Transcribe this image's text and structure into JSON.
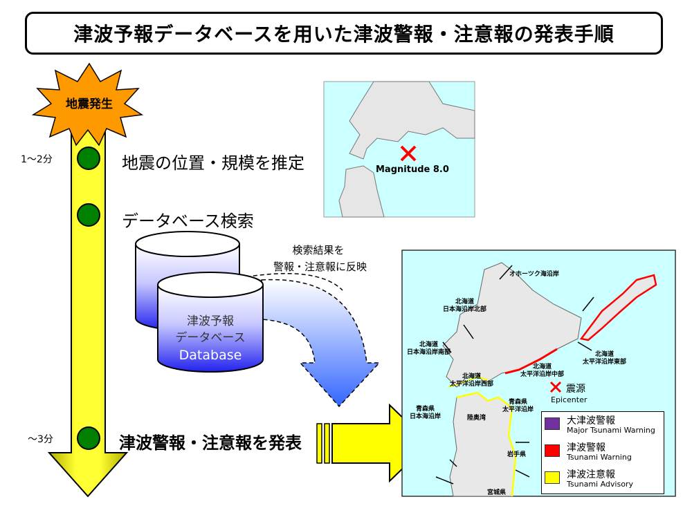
{
  "title": "津波予報データベースを用いた津波警報・注意報の発表手順",
  "timeline": {
    "start_label": "地震発生",
    "time_1": "1～2分",
    "time_2": "～3分",
    "steps": [
      {
        "label": "地震の位置・規模を推定"
      },
      {
        "label": "データベース検索"
      },
      {
        "label": "津波警報・注意報を発表"
      }
    ]
  },
  "database": {
    "label_line1": "津波予報",
    "label_line2": "データベース",
    "label_en": "Database"
  },
  "search_note": {
    "line1": "検索結果を",
    "line2": "警報・注意報に反映"
  },
  "top_map": {
    "magnitude": "Magnitude 8.0"
  },
  "main_map": {
    "regions": {
      "okhotsk": "オホーツク海沿岸",
      "hokkaido_japansea_north": [
        "北海道",
        "日本海沿岸北部"
      ],
      "hokkaido_japansea_south": [
        "北海道",
        "日本海沿岸南部"
      ],
      "hokkaido_pacific_east": [
        "北海道",
        "太平洋沿岸東部"
      ],
      "hokkaido_pacific_central": [
        "北海道",
        "太平洋沿岸中部"
      ],
      "hokkaido_pacific_west": [
        "北海道",
        "太平洋沿岸西部"
      ],
      "aomori_japansea": [
        "青森県",
        "日本海沿岸"
      ],
      "aomori_pacific": [
        "青森県",
        "太平洋沿岸"
      ],
      "mutsu_bay": "陸奥湾",
      "iwate": "岩手県",
      "miyagi": "宮城県"
    },
    "epicenter_jp": "震源",
    "epicenter_en": "Epicenter"
  },
  "legend": [
    {
      "jp": "大津波警報",
      "en": "Major Tsunami Warning",
      "color": "#7030a0"
    },
    {
      "jp": "津波警報",
      "en": "Tsunami Warning",
      "color": "#ff0000"
    },
    {
      "jp": "津波注意報",
      "en": "Tsunami Advisory",
      "color": "#ffff00"
    }
  ],
  "colors": {
    "arrow_yellow": "#ffff00",
    "step_dot": "#008000",
    "burst": "#ff9900",
    "sea": "#ccffff",
    "db_blue": "#3333ff"
  }
}
